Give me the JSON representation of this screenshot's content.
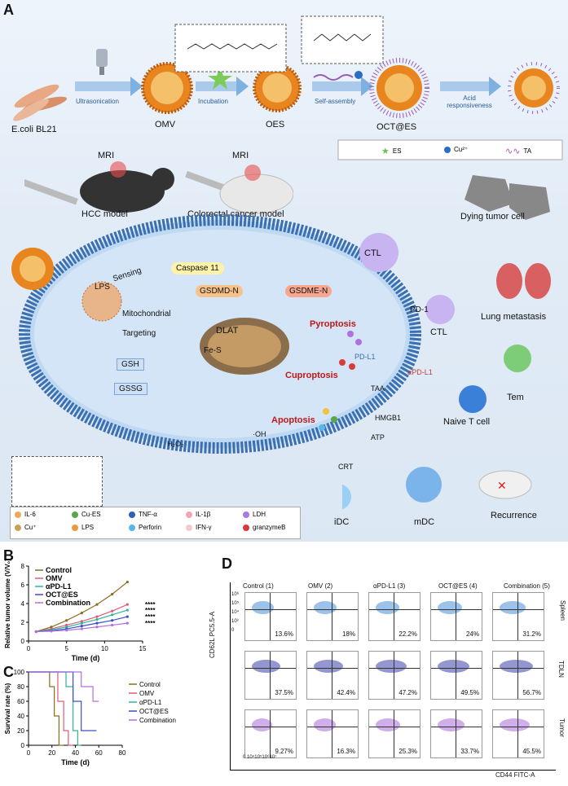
{
  "panel_a": {
    "letter": "A",
    "bacteria": "E.coli BL21",
    "steps": [
      "Ultrasonication",
      "Incubation",
      "Self-assembly",
      "Acid responsiveness"
    ],
    "products": [
      "OMV",
      "OES",
      "OCT@ES"
    ],
    "legend_top": [
      {
        "label": "ES",
        "color": "#6cc24a",
        "icon": "star-icon"
      },
      {
        "label": "Cu²⁺",
        "color": "#2b6cc4",
        "icon": "ion-icon"
      },
      {
        "label": "TA",
        "color": "#9b59b6",
        "icon": "wave-icon"
      }
    ],
    "mri": [
      "MRI",
      "MRI"
    ],
    "models": [
      "HCC model",
      "Colorectal cancer model"
    ],
    "cell_labels": {
      "sensing": "Sensing",
      "lps": "LPS",
      "caspase": "Caspase 11",
      "gsdmd": "GSDMD-N",
      "gsdme": "GSDME-N",
      "mito": "Mitochondrial",
      "targeting": "Targeting",
      "dlat": "DLAT",
      "fes": "Fe-S",
      "gsh": "GSH",
      "gssg": "GSSG",
      "pyroptosis": "Pyroptosis",
      "cuproptosis": "Cuproptosis",
      "apoptosis": "Apoptosis",
      "oh": "·OH",
      "h2o2": "H₂O₂",
      "pdl1": "PD-L1",
      "apdl1": "αPD-L1",
      "taa": "TAA",
      "hmgb1": "HMGB1",
      "atp": "ATP",
      "crt": "CRT"
    },
    "immune_labels": {
      "ctl_top": "CTL",
      "dying": "Dying tumor cell",
      "pd1": "PD-1",
      "ctl_mid": "CTL",
      "lung": "Lung metastasis",
      "tem": "Tem",
      "naive": "Naive T cell",
      "idc": "iDC",
      "mdc": "mDC",
      "recurrence": "Recurrence"
    },
    "legend_bottom": [
      {
        "label": "IL-6",
        "color": "#f0a860"
      },
      {
        "label": "Cu-ES",
        "color": "#5aa64a"
      },
      {
        "label": "TNF-α",
        "color": "#2f5fb8"
      },
      {
        "label": "IL-1β",
        "color": "#f3a6b2"
      },
      {
        "label": "LDH",
        "color": "#a57be0"
      },
      {
        "label": "Cu⁺",
        "color": "#c9a25a"
      },
      {
        "label": "LPS",
        "color": "#e89a3c"
      },
      {
        "label": "Perforin",
        "color": "#5ab6e8"
      },
      {
        "label": "IFN-γ",
        "color": "#f6c9d2"
      },
      {
        "label": "granzymeB",
        "color": "#d93a3a"
      }
    ]
  },
  "chart_data": [
    {
      "type": "line",
      "panel": "B",
      "ylabel": "Relative tumor volume (V/V₀)",
      "xlabel": "Time (d)",
      "xlim": [
        0,
        15
      ],
      "ylim": [
        0,
        8
      ],
      "xticks": [
        0,
        5,
        10,
        15
      ],
      "yticks": [
        0,
        2,
        4,
        6,
        8
      ],
      "x": [
        1,
        3,
        5,
        7,
        9,
        11,
        13
      ],
      "series": [
        {
          "name": "Control",
          "color": "#8a6d1f",
          "values": [
            1.0,
            1.5,
            2.2,
            3.0,
            3.9,
            5.0,
            6.3
          ]
        },
        {
          "name": "OMV",
          "color": "#e05a77",
          "values": [
            1.0,
            1.3,
            1.7,
            2.1,
            2.6,
            3.2,
            3.9
          ]
        },
        {
          "name": "αPD-L1",
          "color": "#2eb49a",
          "values": [
            1.0,
            1.2,
            1.5,
            1.9,
            2.3,
            2.8,
            3.3
          ]
        },
        {
          "name": "OCT@ES",
          "color": "#3a4fc8",
          "values": [
            1.0,
            1.1,
            1.3,
            1.6,
            1.9,
            2.2,
            2.6
          ]
        },
        {
          "name": "Combination",
          "color": "#b070e0",
          "values": [
            1.0,
            1.05,
            1.15,
            1.3,
            1.5,
            1.7,
            1.9
          ]
        }
      ],
      "significance": [
        "****",
        "****",
        "****",
        "****"
      ]
    },
    {
      "type": "line",
      "panel": "C",
      "ylabel": "Survival rate (%)",
      "xlabel": "Time (d)",
      "xlim": [
        0,
        80
      ],
      "ylim": [
        0,
        100
      ],
      "xticks": [
        0,
        20,
        40,
        60,
        80
      ],
      "yticks": [
        0,
        20,
        40,
        60,
        80,
        100
      ],
      "series": [
        {
          "name": "Control",
          "color": "#8a6d1f",
          "steps": [
            [
              0,
              100
            ],
            [
              18,
              100
            ],
            [
              18,
              80
            ],
            [
              22,
              80
            ],
            [
              22,
              40
            ],
            [
              26,
              40
            ],
            [
              26,
              0
            ],
            [
              30,
              0
            ]
          ]
        },
        {
          "name": "OMV",
          "color": "#e05a77",
          "steps": [
            [
              0,
              100
            ],
            [
              25,
              100
            ],
            [
              25,
              60
            ],
            [
              30,
              60
            ],
            [
              30,
              20
            ],
            [
              34,
              20
            ],
            [
              34,
              0
            ],
            [
              38,
              0
            ]
          ]
        },
        {
          "name": "αPD-L1",
          "color": "#2eb49a",
          "steps": [
            [
              0,
              100
            ],
            [
              32,
              100
            ],
            [
              32,
              80
            ],
            [
              38,
              80
            ],
            [
              38,
              20
            ],
            [
              42,
              20
            ],
            [
              42,
              0
            ],
            [
              45,
              0
            ]
          ]
        },
        {
          "name": "OCT@ES",
          "color": "#3a4fc8",
          "steps": [
            [
              0,
              100
            ],
            [
              38,
              100
            ],
            [
              38,
              60
            ],
            [
              45,
              60
            ],
            [
              45,
              20
            ],
            [
              58,
              20
            ]
          ]
        },
        {
          "name": "Combination",
          "color": "#b070e0",
          "steps": [
            [
              0,
              100
            ],
            [
              45,
              100
            ],
            [
              45,
              80
            ],
            [
              55,
              80
            ],
            [
              55,
              60
            ],
            [
              60,
              60
            ]
          ]
        }
      ]
    }
  ],
  "panel_b_letter": "B",
  "panel_c_letter": "C",
  "panel_d": {
    "letter": "D",
    "columns": [
      "Control (1)",
      "OMV (2)",
      "αPD-L1 (3)",
      "OCT@ES (4)",
      "Combination (5)"
    ],
    "rows": [
      "Spleen",
      "TDLN",
      "Tumor"
    ],
    "ylabel": "CD62L PC5.5-A",
    "xlabel": "CD44 FITC-A",
    "values": [
      [
        "13.6%",
        "18%",
        "22.2%",
        "24%",
        "31.2%"
      ],
      [
        "37.5%",
        "42.4%",
        "47.2%",
        "49.5%",
        "56.7%"
      ],
      [
        "9.27%",
        "16.3%",
        "25.3%",
        "33.7%",
        "45.5%"
      ]
    ],
    "colors": [
      "#4a90d9",
      "#3a3fa8",
      "#a86cd8"
    ],
    "yticks": [
      "10⁶",
      "10⁵",
      "10⁴",
      "10³",
      "0"
    ],
    "xticks": "0  10⁴10⁵10⁶10⁷"
  }
}
